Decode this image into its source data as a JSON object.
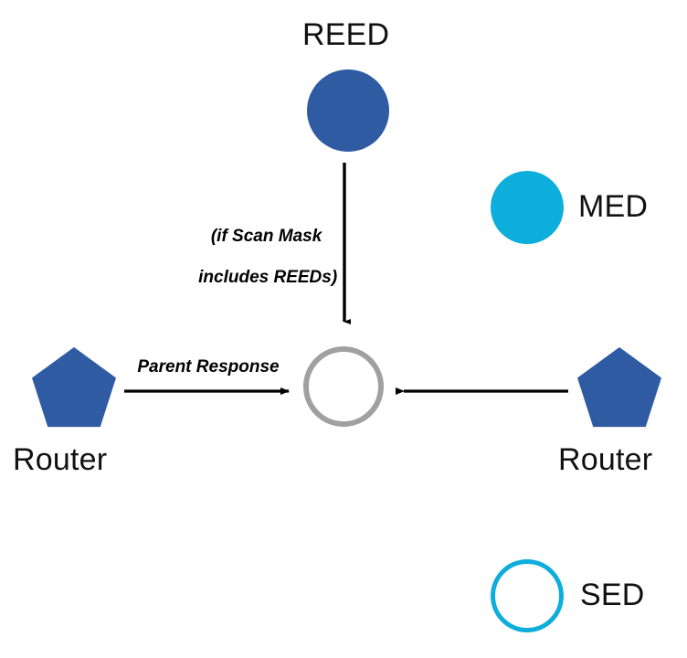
{
  "diagram": {
    "title_present": false,
    "background": "#ffffff",
    "colors": {
      "router_blue": "#2F5BA3",
      "reed_blue": "#2F5BA3",
      "med_cyan": "#0DAEDB",
      "sed_cyan": "#0DAEDB",
      "center_gray": "#A0A0A0",
      "arrow_black": "#000000",
      "text_black": "#111111"
    },
    "nodes": [
      {
        "id": "reed",
        "label": "REED",
        "shape": "filled-circle",
        "color": "#2F5BA3",
        "label_position": "above"
      },
      {
        "id": "med",
        "label": "MED",
        "shape": "filled-circle",
        "color": "#0DAEDB",
        "label_position": "right"
      },
      {
        "id": "center",
        "label": "",
        "shape": "outlined-circle",
        "color": "#A0A0A0",
        "label_position": "none"
      },
      {
        "id": "router-left",
        "label": "Router",
        "shape": "filled-pentagon",
        "color": "#2F5BA3",
        "label_position": "below"
      },
      {
        "id": "router-right",
        "label": "Router",
        "shape": "filled-pentagon",
        "color": "#2F5BA3",
        "label_position": "below"
      },
      {
        "id": "sed",
        "label": "SED",
        "shape": "outlined-circle",
        "color": "#0DAEDB",
        "label_position": "right"
      }
    ],
    "edges": [
      {
        "id": "reed-to-center",
        "from": "reed",
        "to": "center",
        "direction": "down",
        "label": "(if Scan Mask\nincludes REEDs)",
        "label_line1": "(if Scan Mask",
        "label_line2": "includes REEDs)",
        "style": "solid-arrow"
      },
      {
        "id": "router-left-to-center",
        "from": "router-left",
        "to": "center",
        "direction": "right",
        "label": "Parent Response",
        "style": "solid-arrow"
      },
      {
        "id": "router-right-to-center",
        "from": "router-right",
        "to": "center",
        "direction": "left",
        "label": "",
        "style": "solid-arrow"
      }
    ]
  }
}
